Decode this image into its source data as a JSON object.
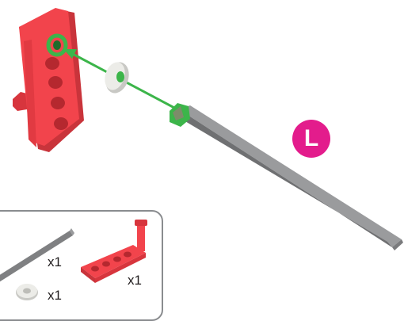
{
  "step_label": "L",
  "colors": {
    "bracket_red": "#f2444c",
    "highlight_green": "#3cb54a",
    "rod_gray": "#8c8d8f",
    "washer_white": "#e6e6e3",
    "callout_magenta": "#e31c8c",
    "panel_border": "#8a8c8f"
  },
  "parts": [
    {
      "name": "rod",
      "quantity": "x1"
    },
    {
      "name": "washer",
      "quantity": "x1"
    },
    {
      "name": "bracket",
      "quantity": "x1"
    }
  ]
}
